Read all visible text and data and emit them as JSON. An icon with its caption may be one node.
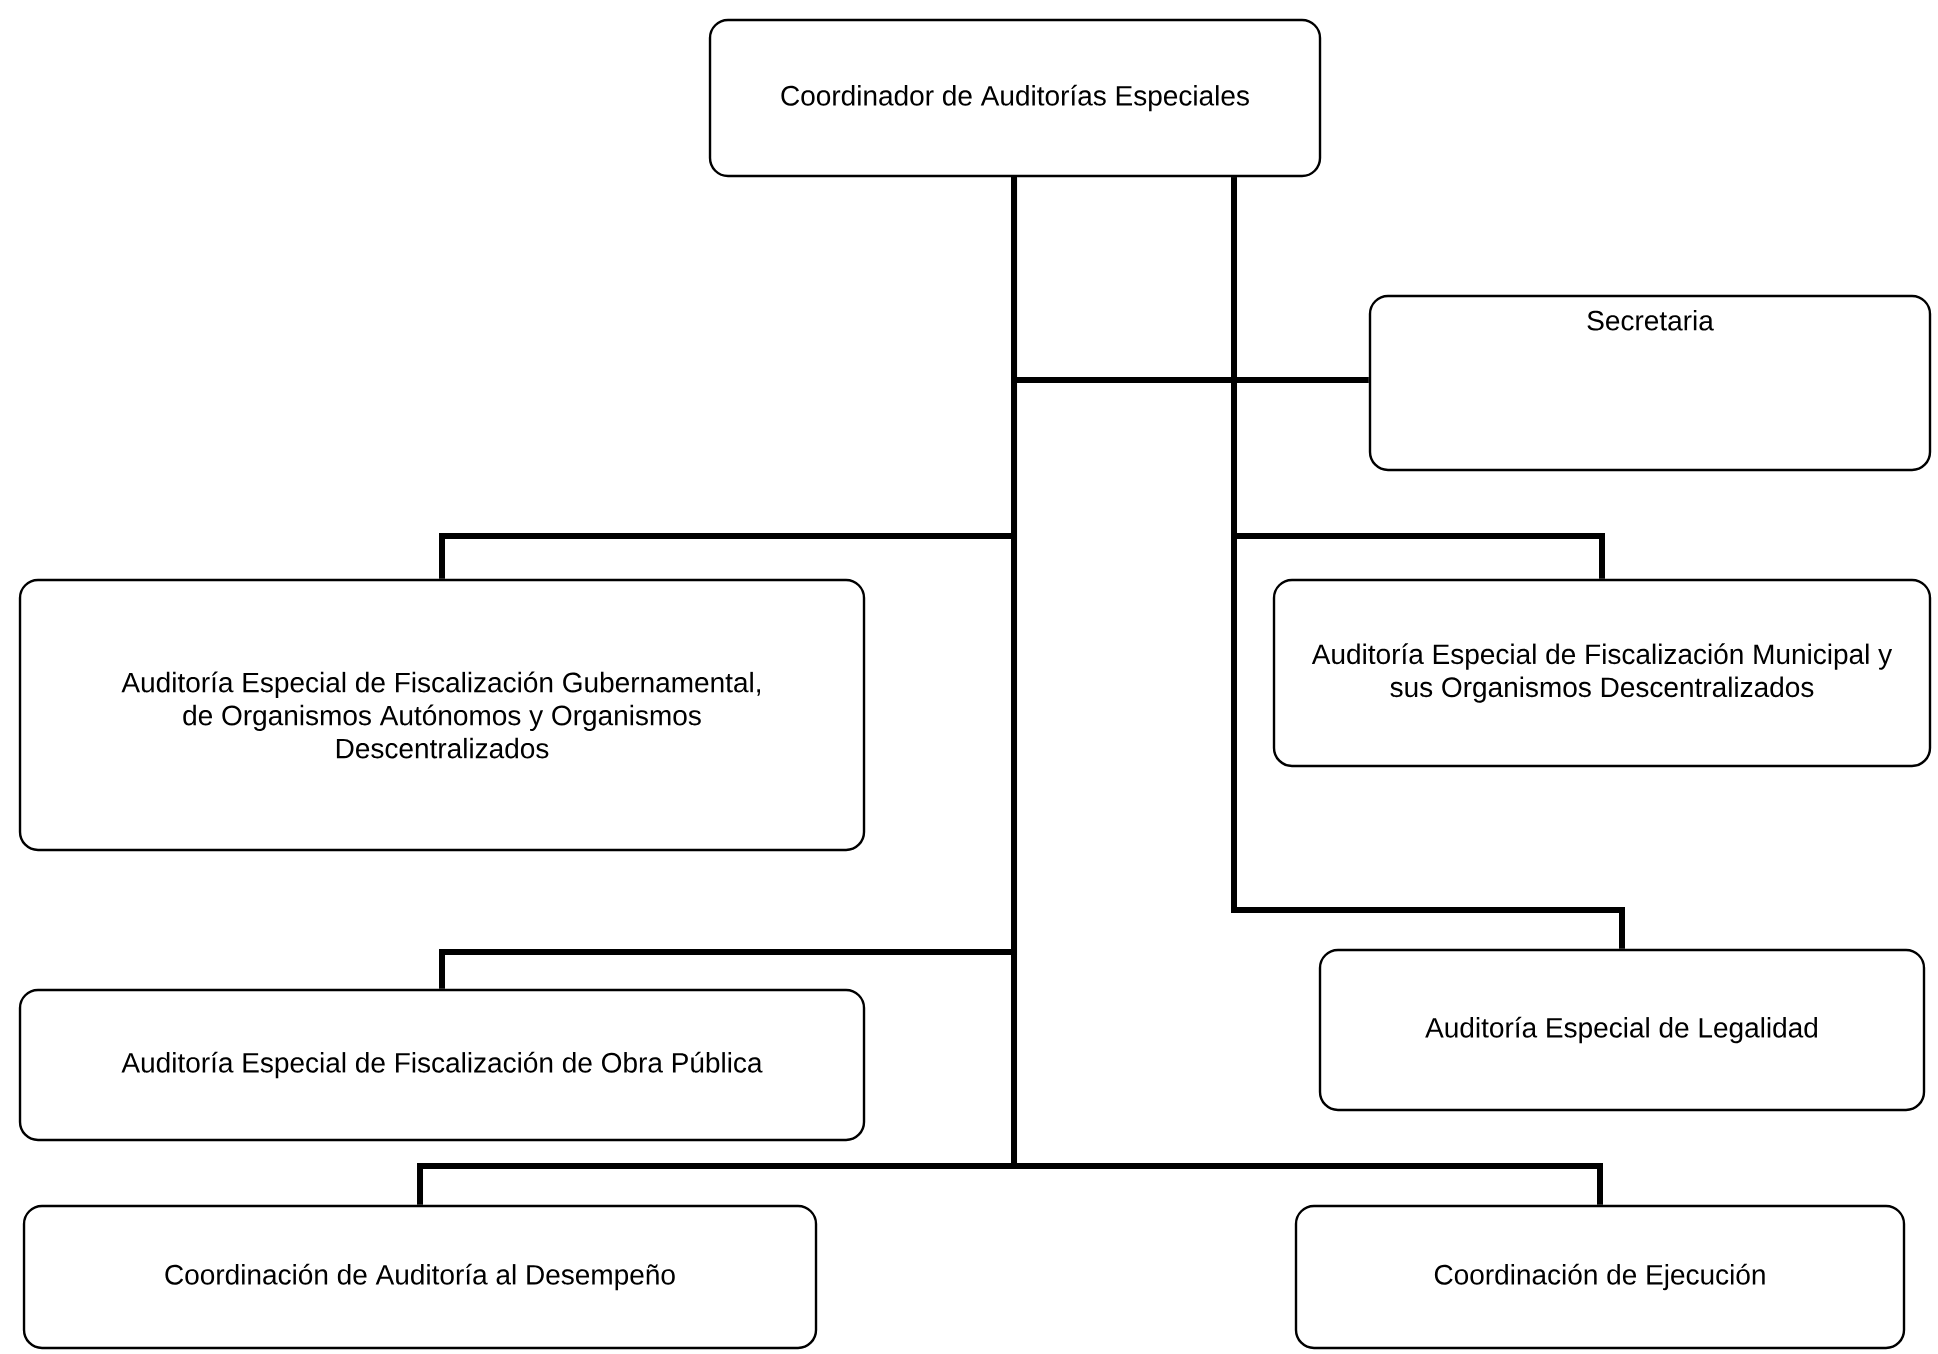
{
  "diagram": {
    "nodes": [
      {
        "text": [
          "Coordinador de Auditorías Especiales"
        ]
      },
      {
        "text": [
          "Secretaria"
        ]
      },
      {
        "text": [
          "Auditoría Especial de Fiscalización Gubernamental, de Organismos Autónomos y Organismos Descentralizados"
        ]
      },
      {
        "text": [
          "Auditoría Especial de Fiscalización Municipal y sus Organismos Descentralizados"
        ]
      },
      {
        "text": [
          "Auditoría Especial de Fiscalización de Obra Pública"
        ]
      },
      {
        "text": [
          "Auditoría Especial de Legalidad"
        ]
      },
      {
        "text": [
          "Coordinación de Auditoría al Desempeño"
        ]
      },
      {
        "text": [
          "Coordinación de Ejecución"
        ]
      }
    ],
    "edges": [
      {
        "from": 0,
        "to": 1,
        "arrow": "none"
      },
      {
        "from": 0,
        "to": 2,
        "arrow": "none"
      },
      {
        "from": 0,
        "to": 3,
        "arrow": "none"
      },
      {
        "from": 0,
        "to": 4,
        "arrow": "none"
      },
      {
        "from": 0,
        "to": 5,
        "arrow": "none"
      },
      {
        "from": 0,
        "to": 6,
        "arrow": "none"
      },
      {
        "from": 0,
        "to": 7,
        "arrow": "none"
      }
    ]
  }
}
